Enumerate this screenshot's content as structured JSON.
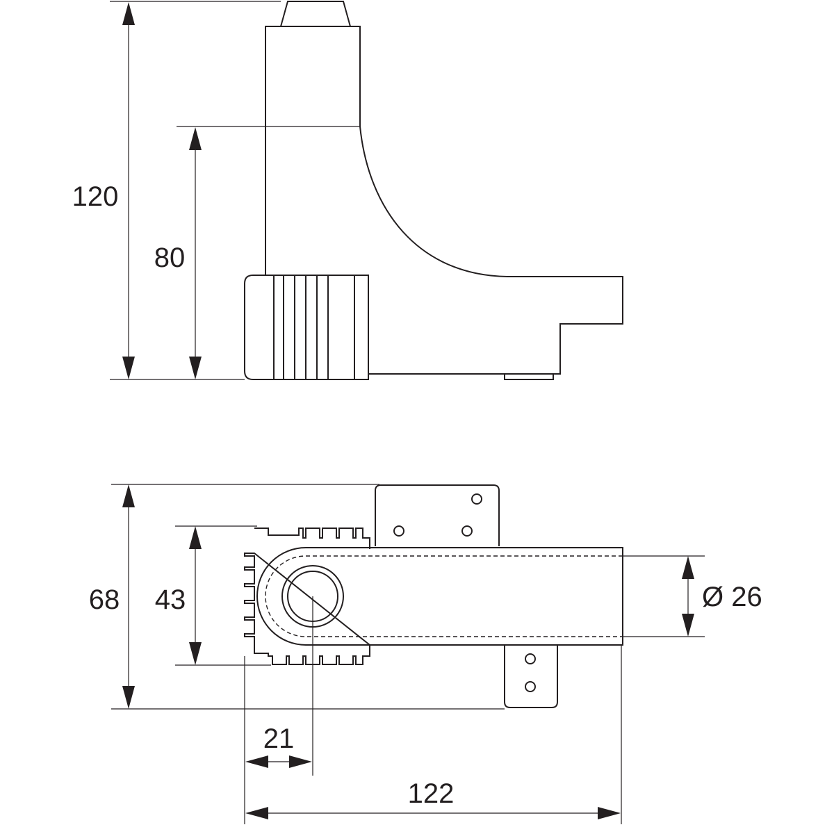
{
  "dimensions": {
    "overall_height": "120",
    "arm_height": "80",
    "overall_width": "68",
    "inner_width": "43",
    "tube_diameter": "Ø 26",
    "pivot_offset": "21",
    "overall_length": "122"
  }
}
